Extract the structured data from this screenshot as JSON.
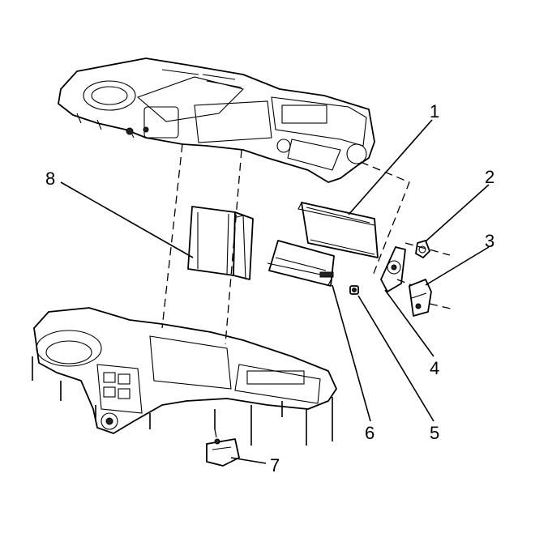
{
  "callouts": {
    "c1": "1",
    "c2": "2",
    "c3": "3",
    "c4": "4",
    "c5": "5",
    "c6": "6",
    "c7": "7",
    "c8": "8"
  }
}
